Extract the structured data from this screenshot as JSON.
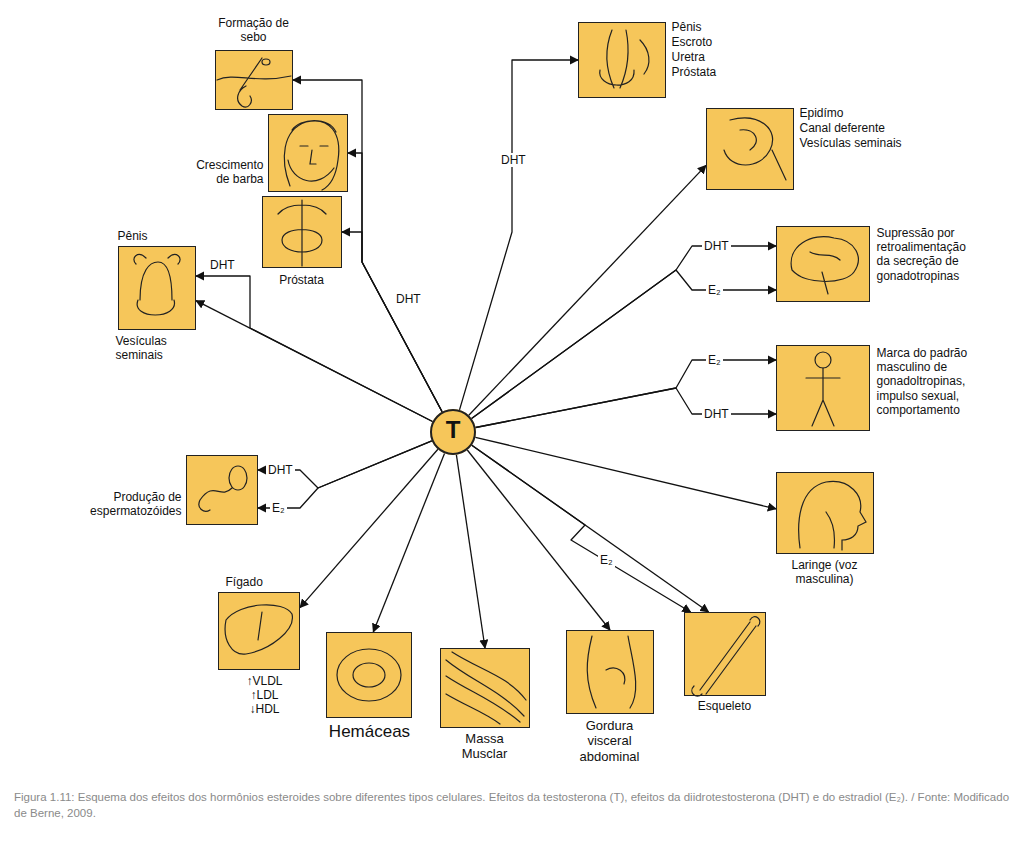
{
  "diagram": {
    "caption": "Figura 1.11: Esquema dos efeitos dos hormônios esteroides sobre diferentes tipos celulares. Efeitos da testosterona (T), efeitos da diidrotestosterona (DHT) e do estradiol (E₂). / Fonte: Modificado de Berne, 2009.",
    "nodes": [
      {
        "text": [
          "Formação de sebo"
        ]
      },
      {
        "text": [
          "Crescimento de barba"
        ]
      },
      {
        "text": [
          "Próstata"
        ]
      },
      {
        "text": [
          "Pênis",
          "Vesículas seminais"
        ]
      },
      {
        "text": [
          "Pênis",
          "Escroto",
          "Uretra",
          "Próstata"
        ]
      },
      {
        "text": [
          "Epidímo",
          "Canal deferente",
          "Vesículas seminais"
        ]
      },
      {
        "text": [
          "Supressão por retroalimentação da secreção de gonadotropinas"
        ]
      },
      {
        "text": [
          "T"
        ]
      },
      {
        "text": [
          "Marca do padrão masculino de gonadoltropinas, impulso sexual, comportamento"
        ]
      },
      {
        "text": [
          "Produção de espermatozóides"
        ]
      },
      {
        "text": [
          "Fígado",
          "↑VLDL ↑LDL ↓HDL"
        ]
      },
      {
        "text": [
          "Laringe (voz masculina)"
        ]
      },
      {
        "text": [
          "Hemáceas"
        ]
      },
      {
        "text": [
          "Massa Musclar"
        ]
      },
      {
        "text": [
          "Gordura visceral abdominal"
        ]
      },
      {
        "text": [
          "Esqueleto"
        ]
      }
    ],
    "edges": [
      {
        "from": 7,
        "to": 3,
        "arrow": "to"
      },
      {
        "from": 7,
        "to": 3,
        "label": "DHT",
        "arrow": "to"
      },
      {
        "from": 7,
        "to": 0,
        "label": "DHT",
        "arrow": "to"
      },
      {
        "from": 7,
        "to": 1,
        "arrow": "to"
      },
      {
        "from": 7,
        "to": 2,
        "arrow": "to"
      },
      {
        "from": 7,
        "to": 4,
        "label": "DHT",
        "arrow": "to"
      },
      {
        "from": 7,
        "to": 5,
        "arrow": "to"
      },
      {
        "from": 7,
        "to": 6,
        "label": "DHT",
        "arrow": "to"
      },
      {
        "from": 7,
        "to": 6,
        "label": "E₂",
        "arrow": "to"
      },
      {
        "from": 7,
        "to": 8,
        "label": "E₂",
        "arrow": "to"
      },
      {
        "from": 7,
        "to": 8,
        "label": "DHT",
        "arrow": "to"
      },
      {
        "from": 7,
        "to": 11,
        "arrow": "to"
      },
      {
        "from": 7,
        "to": 15,
        "arrow": "to"
      },
      {
        "from": 7,
        "to": 15,
        "label": "E₂",
        "arrow": "to"
      },
      {
        "from": 7,
        "to": 14,
        "arrow": "to"
      },
      {
        "from": 7,
        "to": 13,
        "arrow": "to"
      },
      {
        "from": 7,
        "to": 12,
        "arrow": "to"
      },
      {
        "from": 7,
        "to": 10,
        "arrow": "to"
      },
      {
        "from": 7,
        "to": 9,
        "label": "DHT",
        "arrow": "to"
      },
      {
        "from": 7,
        "to": 9,
        "label": "E₂",
        "arrow": "to"
      }
    ]
  }
}
